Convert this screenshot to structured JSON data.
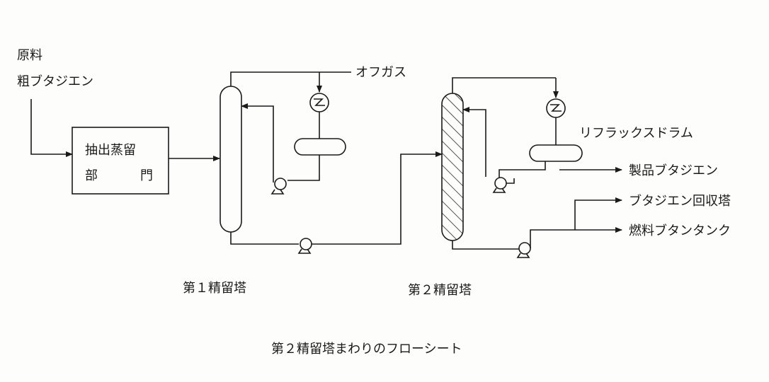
{
  "feed": {
    "label_line1": "原料",
    "label_line2": "粗ブタジエン"
  },
  "extraction_unit": {
    "label_line1": "抽出蒸留",
    "label_line2_a": "部",
    "label_line2_b": "門"
  },
  "offgas": {
    "label": "オフガス"
  },
  "reflux_drum": {
    "label": "リフラックスドラム"
  },
  "products": {
    "product_butadiene": "製品ブタジエン",
    "butadiene_recovery": "ブタジエン回収塔",
    "fuel_butane_tank": "燃料ブタンタンク"
  },
  "columns": {
    "first_label": "第１精留塔",
    "second_label": "第２精留塔"
  },
  "caption": "第２精留塔まわりのフローシート",
  "colors": {
    "line": "#1a1a1a",
    "background": "#fdfdfb"
  }
}
